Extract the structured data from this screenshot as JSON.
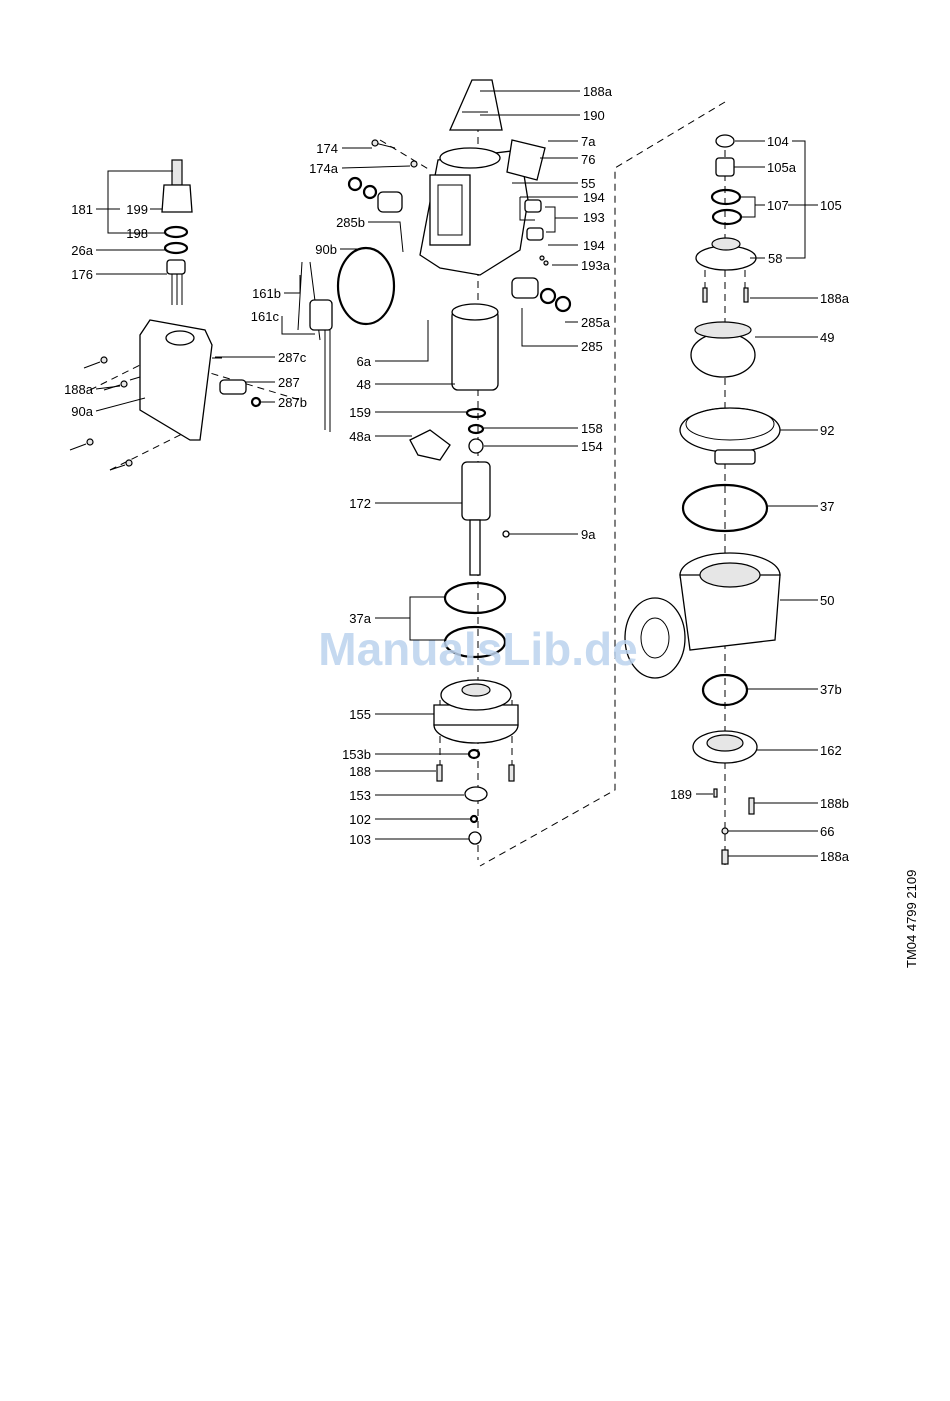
{
  "callouts": {
    "c188a_top": "188a",
    "c190": "190",
    "c174": "174",
    "c174a": "174a",
    "c7a": "7a",
    "c76": "76",
    "c55": "55",
    "c194_1": "194",
    "c193": "193",
    "c194_2": "194",
    "c193a": "193a",
    "c285b": "285b",
    "c90b": "90b",
    "c161b": "161b",
    "c161c": "161c",
    "c285a": "285a",
    "c285": "285",
    "c6a": "6a",
    "c48": "48",
    "c159": "159",
    "c158": "158",
    "c48a": "48a",
    "c154": "154",
    "c172": "172",
    "c9a": "9a",
    "c37a": "37a",
    "c155": "155",
    "c153b": "153b",
    "c188": "188",
    "c153": "153",
    "c102": "102",
    "c103": "103",
    "c181": "181",
    "c199": "199",
    "c198": "198",
    "c26a": "26a",
    "c176": "176",
    "c287c": "287c",
    "c188a_left": "188a",
    "c287": "287",
    "c90a": "90a",
    "c287b": "287b",
    "c104": "104",
    "c105a": "105a",
    "c107": "107",
    "c105": "105",
    "c58": "58",
    "c188a_r1": "188a",
    "c49": "49",
    "c92": "92",
    "c37": "37",
    "c50": "50",
    "c37b": "37b",
    "c162": "162",
    "c189": "189",
    "c188b": "188b",
    "c66": "66",
    "c188a_r2": "188a"
  },
  "document_ref": "TM04 4799 2109",
  "watermark": "ManualsLib.de"
}
